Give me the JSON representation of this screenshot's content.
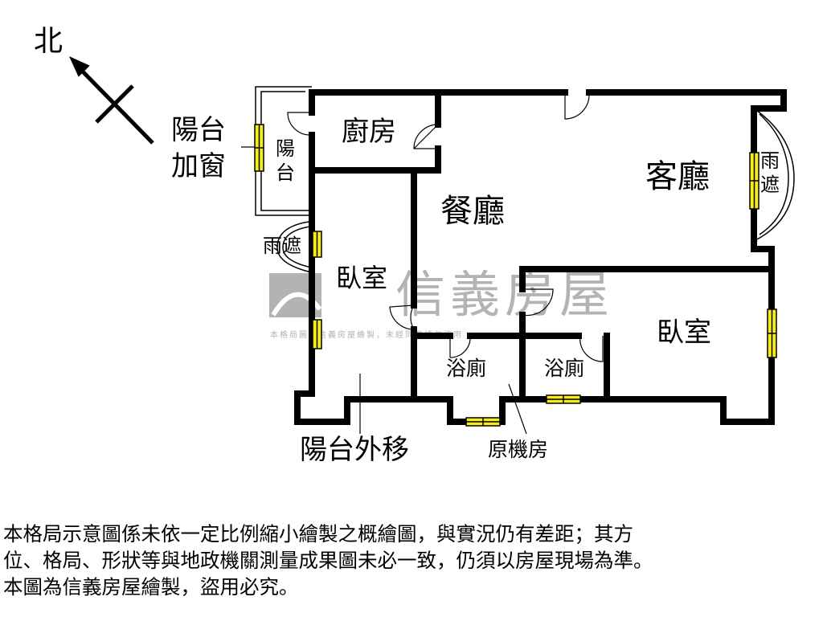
{
  "compass": {
    "north_label": "北"
  },
  "rooms": {
    "kitchen": "廚房",
    "living_room": "客廳",
    "dining_room": "餐廳",
    "bedroom_left": "臥室",
    "bedroom_right": "臥室",
    "bath_left": "浴廁",
    "bath_right": "浴廁",
    "balcony": "陽台",
    "balcony_window_line1": "陽台",
    "balcony_window_line2": "加窗",
    "rain_cover_left": "雨遮",
    "rain_cover_right": "雨遮",
    "balcony_moved_out": "陽台外移",
    "former_machine_room": "原機房"
  },
  "watermark": {
    "brand": "信義房屋",
    "subtext": "本格局圖為信義房屋繪製，未經同意請勿盜用"
  },
  "colors": {
    "wall": "#000000",
    "window": "#f5ec1a",
    "watermark": "#b3b3b3"
  },
  "disclaimer": {
    "line1": "本格局示意圖係未依一定比例縮小繪製之概繪圖，與實況仍有差距；其方",
    "line2": "位、格局、形狀等與地政機關測量成果圖未必一致，仍須以房屋現場為準。",
    "line3": "本圖為信義房屋繪製，盜用必究。"
  }
}
